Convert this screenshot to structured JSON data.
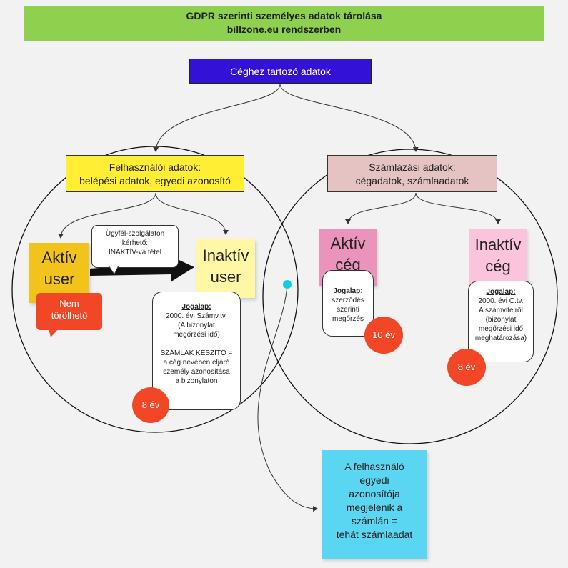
{
  "title": {
    "line1": "GDPR szerinti személyes adatok tárolása",
    "line2": "billzone.eu rendszerben"
  },
  "company_data": "Céghez tartozó adatok",
  "user_data": {
    "line1": "Felhasználói adatok:",
    "line2": "belépési adatok, egyedi azonosító"
  },
  "billing_data": {
    "line1": "Számlázási adatok:",
    "line2": "cégadatok, számlaadatok"
  },
  "active_user": "Aktív\nuser",
  "inactive_user": "Inaktív\nuser",
  "active_firm": "Aktív\ncég",
  "inactive_firm": "Inaktív\ncég",
  "support_callout": "Ügyfél-szolgálaton\nkérhető:\nINAKTÍV-vá tétel",
  "not_deletable": "Nem\ntörölhető",
  "note_user": {
    "heading": "Jogalap:",
    "body": "2000. évi Számv.tv.\n(A bizonylat\nmegőrzési idő)\n\nSZÁMLAK KÉSZÍTŐ =\na cég nevében eljáró\nszemély azonosítása\na bizonylaton"
  },
  "note_active_firm": {
    "heading": "Jogalap:",
    "body": "szerződés\nszerinti\nmegőrzés"
  },
  "note_inactive_firm": {
    "heading": "Jogalap:",
    "body": "2000. évi C.tv.\nA számvitelről\n(bizonylat\nmegőrzési idő\nmeghatározása)"
  },
  "badges": {
    "user_retention": "8 év",
    "active_firm_retention": "10 év",
    "inactive_firm_retention": "8 év"
  },
  "blue_note": "A felhasználó\negyedi\nazonosítója\nmegjelenik a\nszámlán =\ntehát számlaadat",
  "colors": {
    "title_bg": "#8fd14f",
    "company_bg": "#3311d6",
    "user_bg": "#ffee33",
    "billing_bg": "#e6c3c3",
    "red": "#f24726",
    "blue_note": "#5bd6f2",
    "connector_dot": "#12cde0"
  }
}
